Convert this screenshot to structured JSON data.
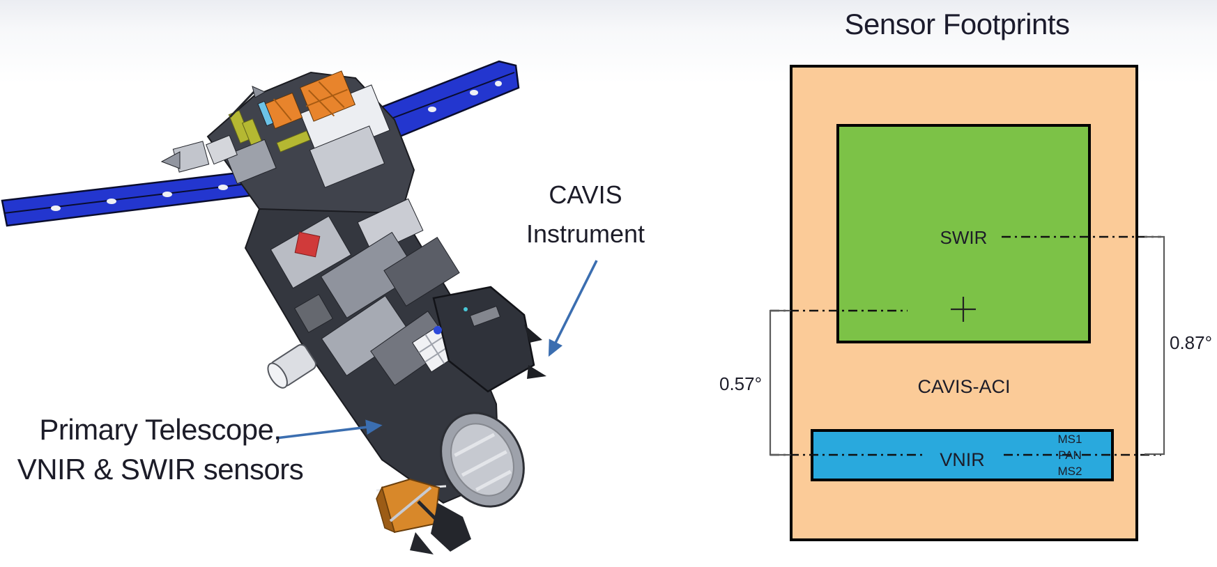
{
  "sensor_diagram": {
    "title": "Sensor Footprints",
    "cavis_aci_label": "CAVIS-ACI",
    "swir_label": "SWIR",
    "vnir_label": "VNIR",
    "vnir_channels": [
      "MS1",
      "PAN",
      "MS2"
    ],
    "angle_left": "0.57°",
    "angle_right": "0.87°"
  },
  "satellite_annotation": {
    "cavis_label_line1": "CAVIS",
    "cavis_label_line2": "Instrument",
    "telescope_label_line1": "Primary Telescope,",
    "telescope_label_line2": "VNIR & SWIR sensors"
  },
  "colors": {
    "footprint_cavis_aci_fill": "#fbcb98",
    "footprint_swir_fill": "#7cc247",
    "footprint_vnir_fill": "#29a9dd",
    "annotation_arrow": "#3b6eb0",
    "solar_panel_blue": "#2336cf",
    "dash_line": "#111111",
    "text": "#1c1c28"
  }
}
